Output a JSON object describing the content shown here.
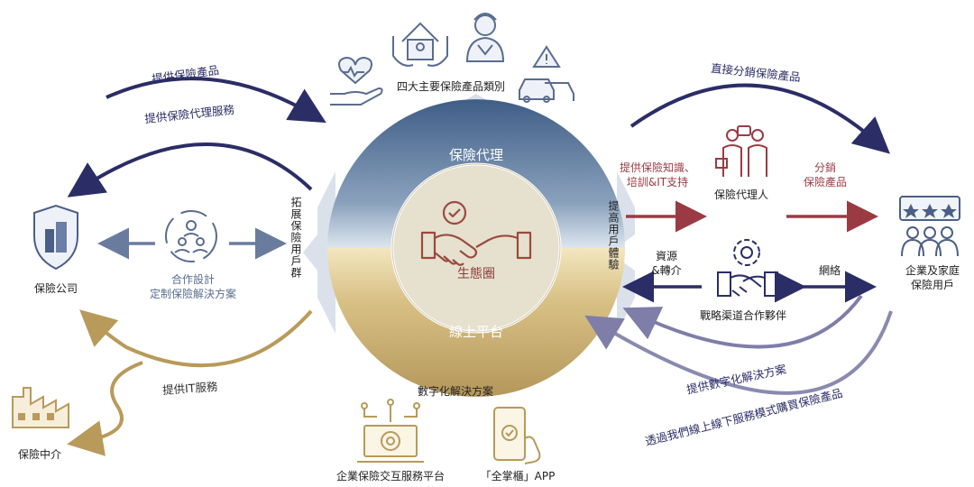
{
  "center": {
    "top_label": "保險代理",
    "middle_label": "生態圈",
    "bottom_label": "線上平台"
  },
  "arrows": {
    "up": "四大主要保險產品類別",
    "down": "數字化解決方案",
    "left": "拓展保險用戶群",
    "right": "提高用戶體驗"
  },
  "left": {
    "company": "保險公司",
    "intermediary": "保險中介",
    "top_curve_1": "提供保險產品",
    "top_curve_2": "提供保險代理服務",
    "middle_title": "合作設計",
    "middle_sub": "定制保險解決方案",
    "bottom_curve": "提供IT服務"
  },
  "right": {
    "top_curve": "直接分銷保險產品",
    "agent_in": "提供保險知識、\n培訓&IT支持",
    "agent": "保險代理人",
    "agent_out": "分銷\n保險產品",
    "users": "企業及家庭\n保險用戶",
    "resources": "資源\n&轉介",
    "partners": "戰略渠道合作夥伴",
    "network": "網絡",
    "bottom_curve_1": "提供數字化解決方案",
    "bottom_curve_2": "透過我們線上線下服務模式購買保險產品"
  },
  "bottom": {
    "platform": "企業保險交互服務平台",
    "app": "「全掌櫃」APP"
  },
  "colors": {
    "navy": "#2b2d66",
    "slate": "#5a6c8f",
    "red": "#9a3b44",
    "gold": "#b89a5a",
    "blue_top": "#3f5d86",
    "gold_bottom": "#c8ae6e"
  }
}
